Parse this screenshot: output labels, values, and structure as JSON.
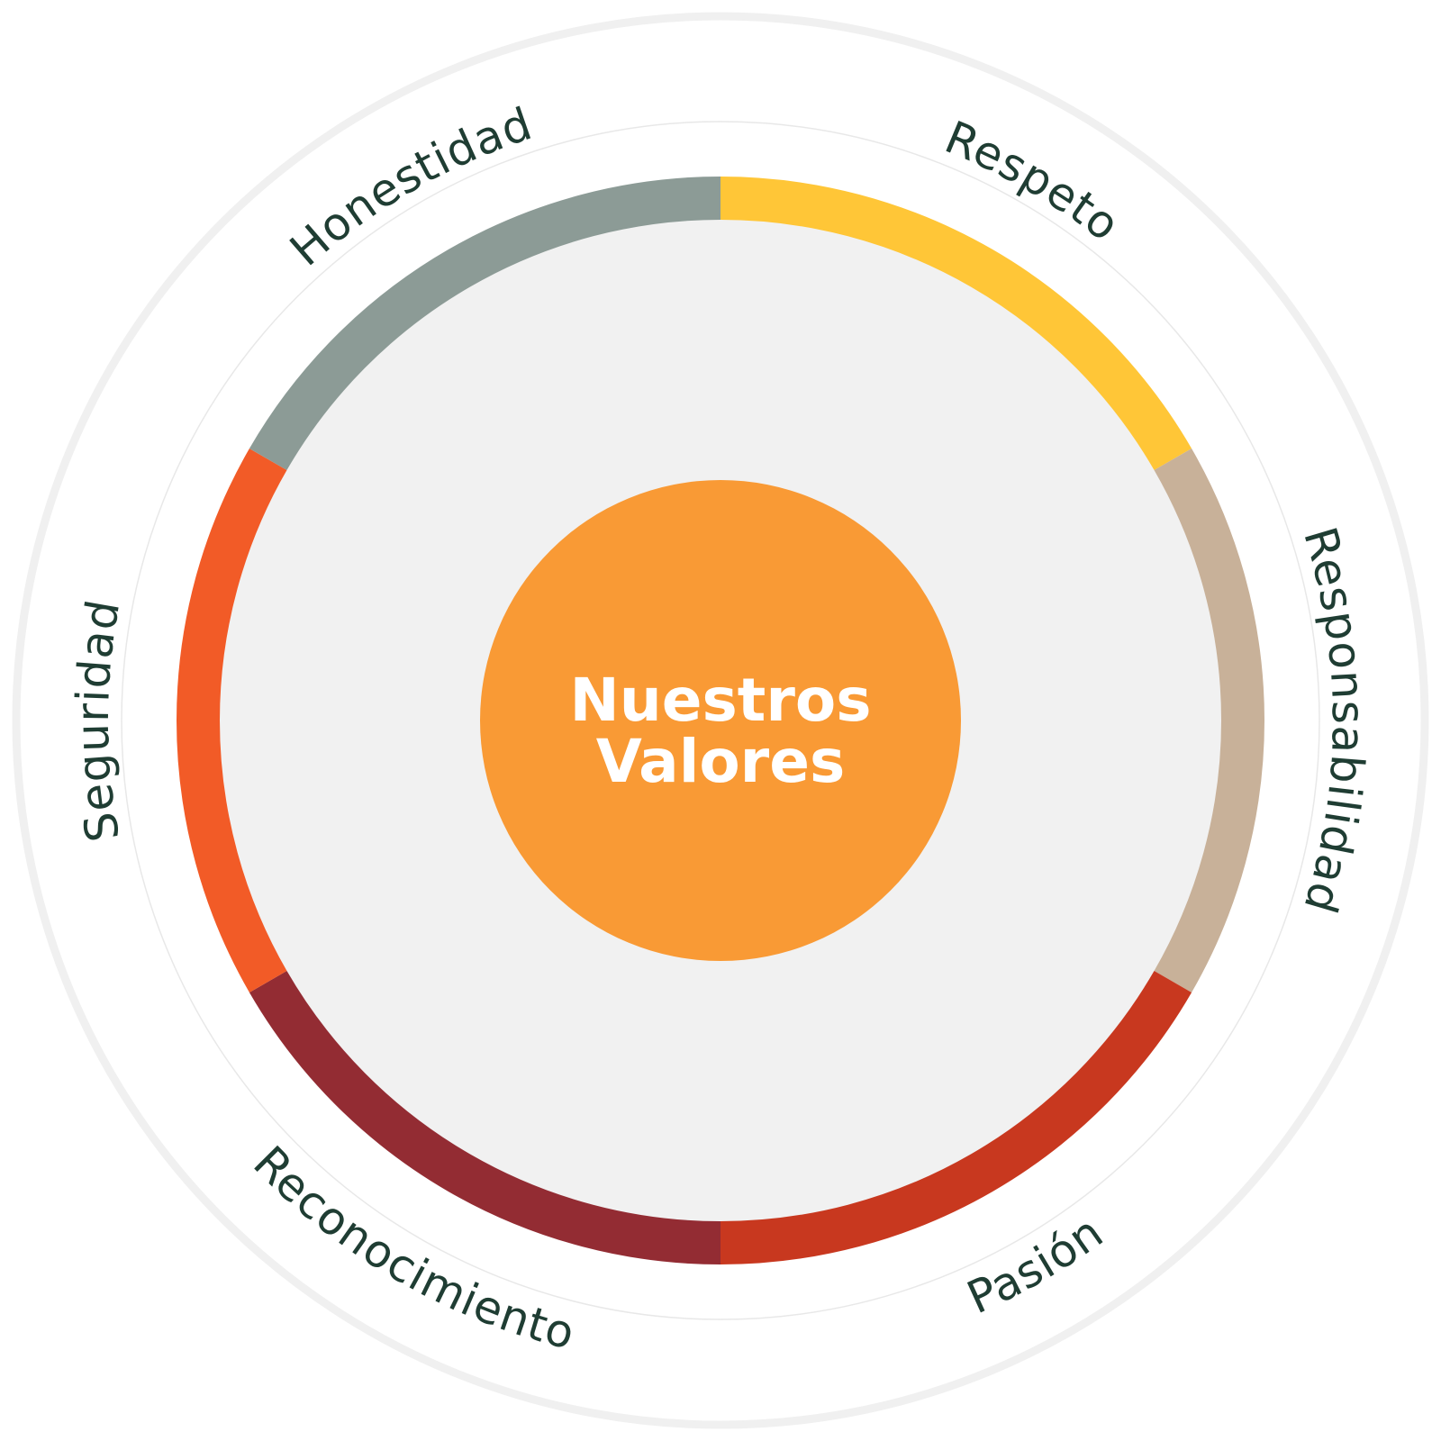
{
  "center": {
    "line1": "Nuestros",
    "line2": "Valores",
    "color": "#F99A35"
  },
  "colors": {
    "outer_ring": "#F0F0F0",
    "label_track": "#E8E8E8",
    "inner_disc": "#F1F1F1",
    "label_text": "#1F3D33"
  },
  "values": [
    {
      "label": "Respeto",
      "color": "#FFC637"
    },
    {
      "label": "Responsabilidad",
      "color": "#C8B199"
    },
    {
      "label": "Pasión",
      "color": "#C8381F"
    },
    {
      "label": "Reconocimiento",
      "color": "#932C33"
    },
    {
      "label": "Seguridad",
      "color": "#F25B27"
    },
    {
      "label": "Honestidad",
      "color": "#8C9B96"
    }
  ]
}
